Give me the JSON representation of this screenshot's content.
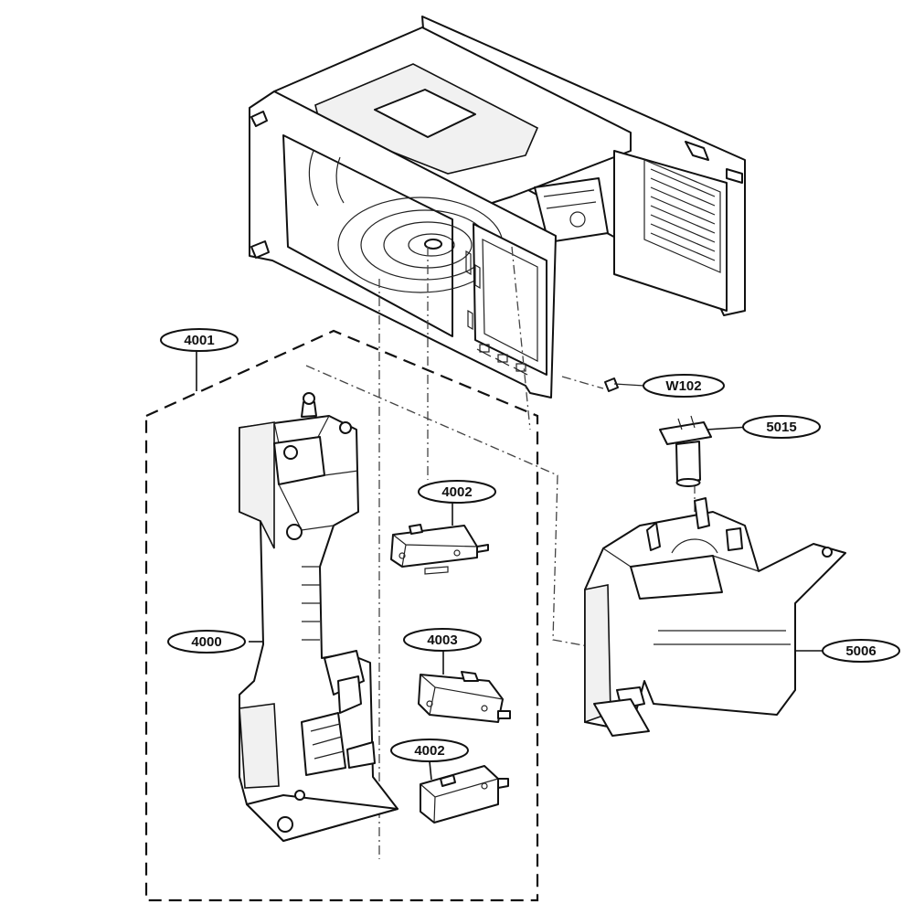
{
  "labels": {
    "p4001": "4001",
    "p4000": "4000",
    "p4002a": "4002",
    "p4003": "4003",
    "p4002b": "4002",
    "pW102": "W102",
    "p5015": "5015",
    "p5006": "5006"
  }
}
